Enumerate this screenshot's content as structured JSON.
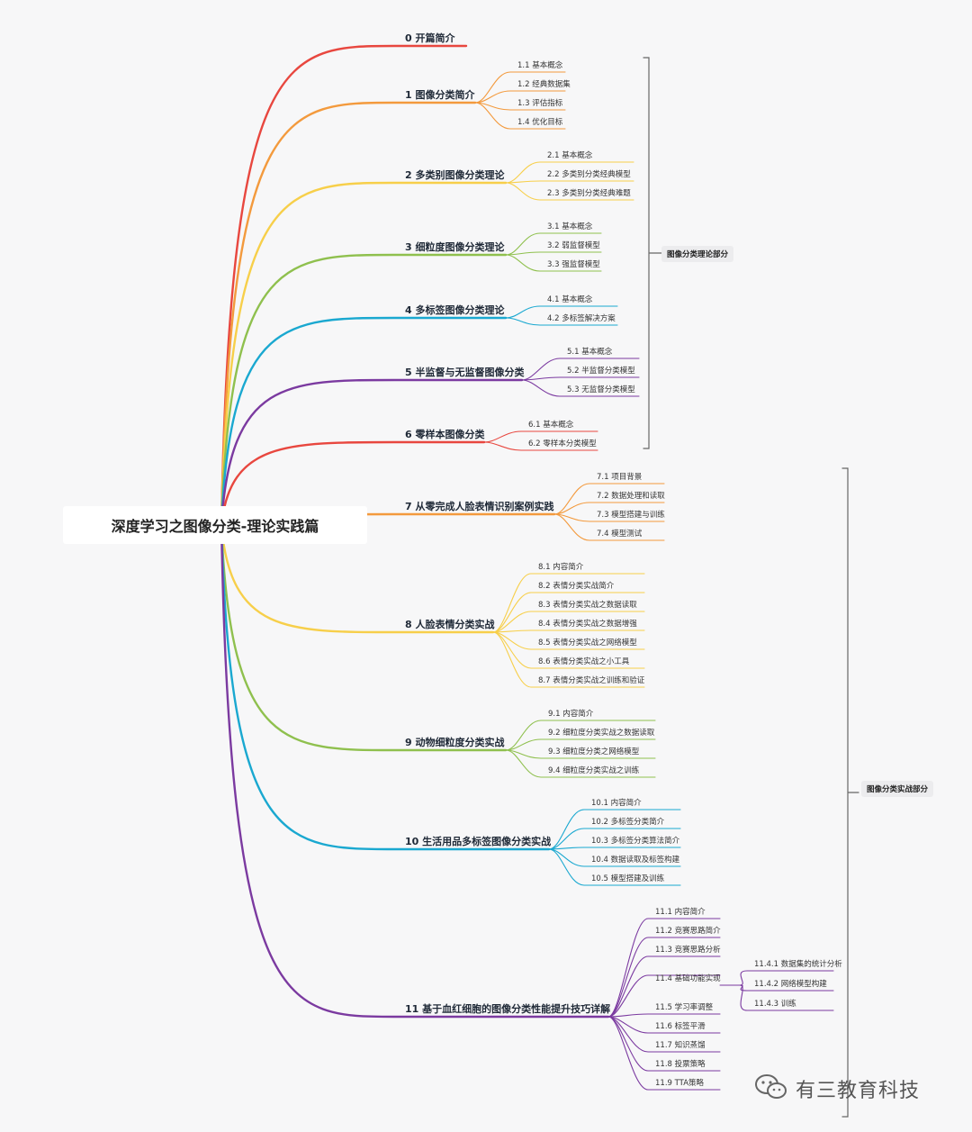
{
  "central": "深度学习之图像分类-理论实践篇",
  "groups": [
    {
      "label": "图像分类理论部分"
    },
    {
      "label": "图像分类实战部分"
    }
  ],
  "watermark": "有三教育科技",
  "topics": [
    {
      "label": "0 开篇简介",
      "color": "#e8473f",
      "children": []
    },
    {
      "label": "1  图像分类简介",
      "color": "#f39a3d",
      "children": [
        "1.1 基本概念",
        "1.2 经典数据集",
        "1.3 评估指标",
        "1.4 优化目标"
      ]
    },
    {
      "label": "2 多类别图像分类理论",
      "color": "#f7cf4a",
      "children": [
        "2.1 基本概念",
        "2.2 多类别分类经典模型",
        "2.3 多类别分类经典难题"
      ]
    },
    {
      "label": "3 细粒度图像分类理论",
      "color": "#8fc04e",
      "children": [
        "3.1 基本概念",
        "3.2 弱监督模型",
        "3.3 强监督模型"
      ]
    },
    {
      "label": "4 多标签图像分类理论",
      "color": "#1aa8d0",
      "children": [
        "4.1 基本概念",
        "4.2 多标签解决方案"
      ]
    },
    {
      "label": "5 半监督与无监督图像分类",
      "color": "#7b3aa0",
      "children": [
        "5.1 基本概念",
        "5.2 半监督分类模型",
        "5.3 无监督分类模型"
      ]
    },
    {
      "label": "6 零样本图像分类",
      "color": "#e8473f",
      "children": [
        "6.1 基本概念",
        "6.2 零样本分类模型"
      ]
    },
    {
      "label": "7 从零完成人脸表情识别案例实践",
      "color": "#f39a3d",
      "children": [
        "7.1 项目背景",
        "7.2 数据处理和读取",
        "7.3 模型搭建与训练",
        "7.4 模型测试"
      ]
    },
    {
      "label": "8 人脸表情分类实战",
      "color": "#f7cf4a",
      "children": [
        "8.1 内容简介",
        "8.2 表情分类实战简介",
        "8.3 表情分类实战之数据读取",
        "8.4 表情分类实战之数据增强",
        "8.5 表情分类实战之网络模型",
        "8.6 表情分类实战之小工具",
        "8.7 表情分类实战之训练和验证"
      ]
    },
    {
      "label": "9 动物细粒度分类实战",
      "color": "#8fc04e",
      "children": [
        "9.1 内容简介",
        "9.2 细粒度分类实战之数据读取",
        "9.3 细粒度分类之网络模型",
        "9.4 细粒度分类实战之训练"
      ]
    },
    {
      "label": "10 生活用品多标签图像分类实战",
      "color": "#1aa8d0",
      "children": [
        "10.1 内容简介",
        "10.2 多标签分类简介",
        "10.3 多标签分类算法简介",
        "10.4 数据读取及标签构建",
        "10.5 模型搭建及训练"
      ]
    },
    {
      "label": "11 基于血红细胞的图像分类性能提升技巧详解",
      "color": "#7b3aa0",
      "children": [
        "11.1 内容简介",
        "11.2 竞赛思路简介",
        "11.3 竞赛思路分析",
        "11.4 基础功能实现",
        "11.5 学习率调整",
        "11.6 标签平滑",
        "11.7 知识蒸馏",
        "11.8 投票策略",
        "11.9 TTA策略"
      ]
    }
  ],
  "sub_children": [
    "11.4.1 数据集的统计分析",
    "11.4.2 网络模型构建",
    "11.4.3 训练"
  ]
}
